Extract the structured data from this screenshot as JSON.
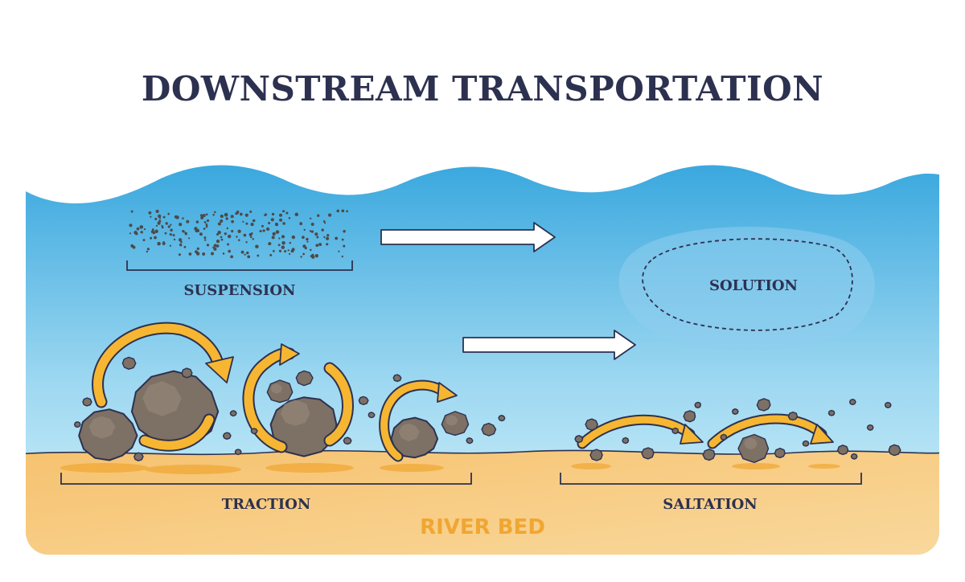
{
  "title": "DOWNSTREAM TRANSPORTATION",
  "labels": {
    "suspension": "SUSPENSION",
    "solution": "SOLUTION",
    "traction": "TRACTION",
    "saltation": "SALTATION",
    "river_bed": "RIVER BED"
  },
  "colors": {
    "title_text": "#2d3150",
    "label_text": "#2d3150",
    "river_bed_text": "#f0a632",
    "water_top": "#3aa8de",
    "water_bottom": "#d8f3fb",
    "sand": "#f6c26f",
    "rock": "#7d7064",
    "arrow": "#f6b632",
    "solution_zone": "#8fcdef"
  },
  "icons": [
    "flow-arrow-icon",
    "rolling-arrow-icon",
    "bounce-arrow-icon",
    "rock-icon"
  ]
}
